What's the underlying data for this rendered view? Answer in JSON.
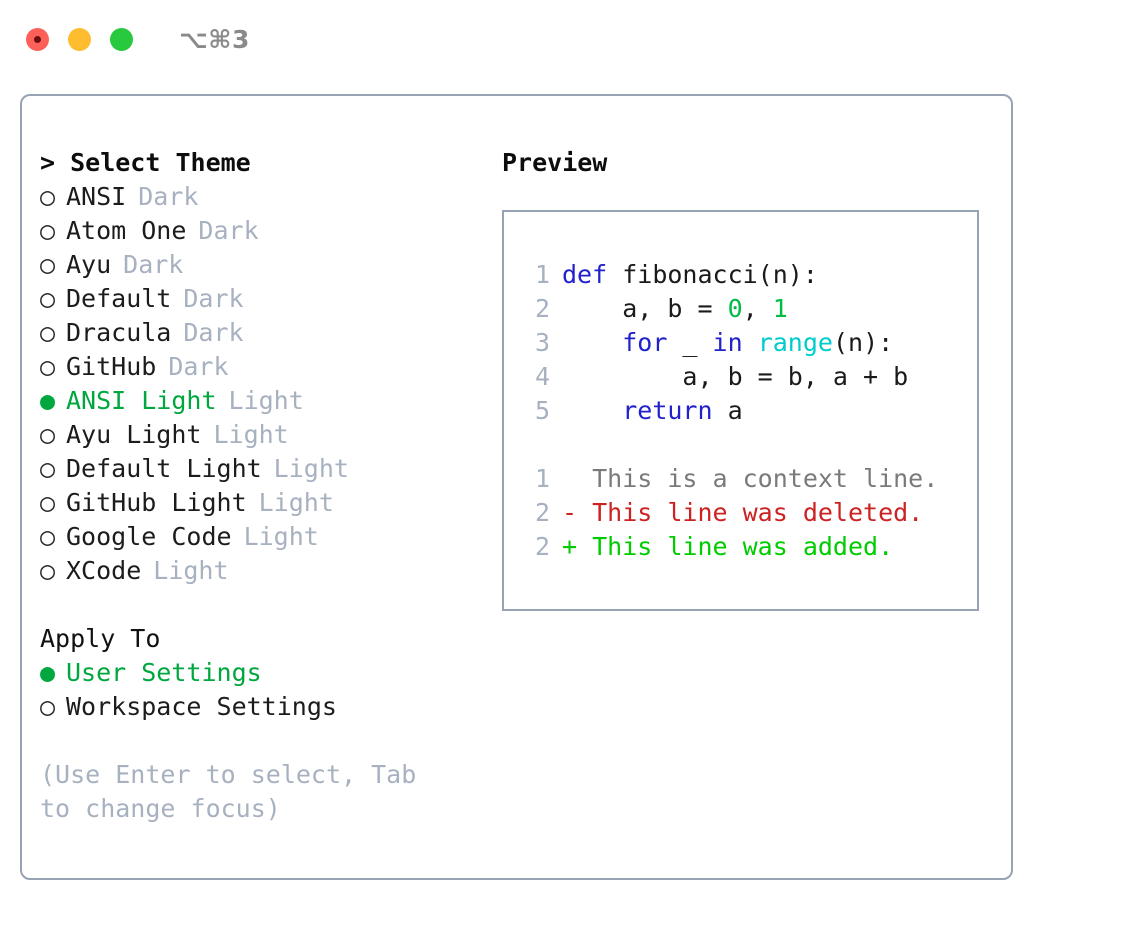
{
  "window": {
    "title": "⌥⌘3",
    "traffic_lights": [
      {
        "name": "close",
        "color": "#fd6059"
      },
      {
        "name": "minimize",
        "color": "#fdbd2e"
      },
      {
        "name": "zoom",
        "color": "#28c93f"
      }
    ]
  },
  "colors": {
    "accent_green": "#00a63e",
    "muted": "#a7b1c0",
    "border": "#97a3b4",
    "keyword_blue": "#2222cc",
    "function_cyan": "#00cccc",
    "number_green": "#00bb44",
    "diff_add_green": "#00cc00",
    "diff_del_red": "#cc2222",
    "diff_ctx_gray": "#7a7a7a"
  },
  "theme_list": {
    "header": "> Select Theme",
    "items": [
      {
        "marker": "○",
        "label": "ANSI",
        "tag": "Dark",
        "selected": false
      },
      {
        "marker": "○",
        "label": "Atom One",
        "tag": "Dark",
        "selected": false
      },
      {
        "marker": "○",
        "label": "Ayu",
        "tag": "Dark",
        "selected": false
      },
      {
        "marker": "○",
        "label": "Default",
        "tag": "Dark",
        "selected": false
      },
      {
        "marker": "○",
        "label": "Dracula",
        "tag": "Dark",
        "selected": false
      },
      {
        "marker": "○",
        "label": "GitHub",
        "tag": "Dark",
        "selected": false
      },
      {
        "marker": "●",
        "label": "ANSI Light",
        "tag": "Light",
        "selected": true
      },
      {
        "marker": "○",
        "label": "Ayu Light",
        "tag": "Light",
        "selected": false
      },
      {
        "marker": "○",
        "label": "Default Light",
        "tag": "Light",
        "selected": false
      },
      {
        "marker": "○",
        "label": "GitHub Light",
        "tag": "Light",
        "selected": false
      },
      {
        "marker": "○",
        "label": "Google Code",
        "tag": "Light",
        "selected": false
      },
      {
        "marker": "○",
        "label": "XCode",
        "tag": "Light",
        "selected": false
      }
    ]
  },
  "apply_to": {
    "header": "Apply To",
    "items": [
      {
        "marker": "●",
        "label": "User Settings",
        "selected": true
      },
      {
        "marker": "○",
        "label": "Workspace Settings",
        "selected": false
      }
    ]
  },
  "hint": "(Use Enter to select, Tab to change focus)",
  "preview": {
    "header": "Preview",
    "code_lines": [
      {
        "number": "1",
        "tokens": [
          {
            "text": "def ",
            "style": "kw"
          },
          {
            "text": "fibonacci(n):",
            "style": "plain"
          }
        ]
      },
      {
        "number": "2",
        "tokens": [
          {
            "text": "    a, b = ",
            "style": "plain"
          },
          {
            "text": "0",
            "style": "num"
          },
          {
            "text": ", ",
            "style": "plain"
          },
          {
            "text": "1",
            "style": "num"
          }
        ]
      },
      {
        "number": "3",
        "tokens": [
          {
            "text": "    ",
            "style": "plain"
          },
          {
            "text": "for",
            "style": "kw"
          },
          {
            "text": " _ ",
            "style": "plain"
          },
          {
            "text": "in",
            "style": "kw"
          },
          {
            "text": " ",
            "style": "plain"
          },
          {
            "text": "range",
            "style": "fn"
          },
          {
            "text": "(n):",
            "style": "plain"
          }
        ]
      },
      {
        "number": "4",
        "tokens": [
          {
            "text": "        a, b = b, a + b",
            "style": "plain"
          }
        ]
      },
      {
        "number": "5",
        "tokens": [
          {
            "text": "    ",
            "style": "plain"
          },
          {
            "text": "return",
            "style": "kw"
          },
          {
            "text": " a",
            "style": "plain"
          }
        ]
      }
    ],
    "diff_lines": [
      {
        "number": "1",
        "text": "  This is a context line.",
        "kind": "context"
      },
      {
        "number": "2",
        "text": "- This line was deleted.",
        "kind": "deleted"
      },
      {
        "number": "2",
        "text": "+ This line was added.",
        "kind": "added"
      }
    ]
  }
}
